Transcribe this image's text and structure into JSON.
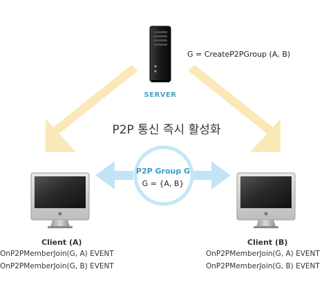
{
  "server": {
    "label": "SERVER",
    "command": "G = CreateP2PGroup (A,  B)"
  },
  "title": "P2P 통신 즉시 활성화",
  "group": {
    "name": "P2P Group G",
    "members": "G = {A, B}"
  },
  "clients": [
    {
      "name": "Client (A)",
      "events": [
        "OnP2PMemberJoin(G, A) EVENT",
        "OnP2PMemberJoin(G, B) EVENT"
      ]
    },
    {
      "name": "Client (B)",
      "events": [
        "OnP2PMemberJoin(G, A) EVENT",
        "OnP2PMemberJoin(G, B) EVENT"
      ]
    }
  ],
  "icons": {
    "server": "server-tower-icon",
    "client": "desktop-computer-icon"
  },
  "colors": {
    "server_arrow": "#fbe8b8",
    "p2p_arrow": "#c2e4f6",
    "group_circle": "#c5e6f6",
    "server_label": "#4aa0c8",
    "group_label": "#3a9cc4"
  }
}
